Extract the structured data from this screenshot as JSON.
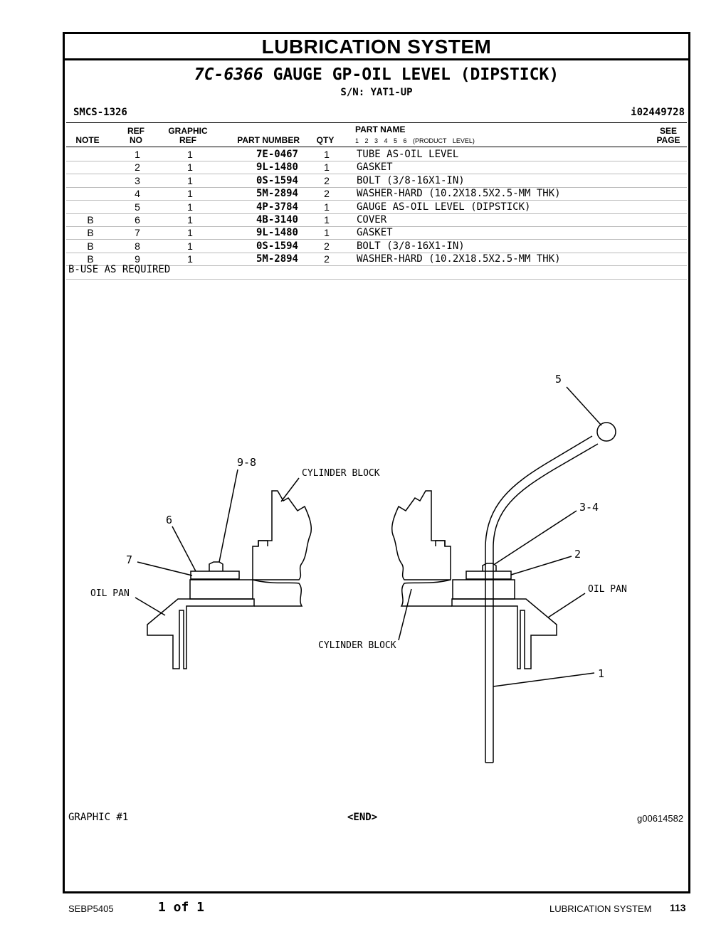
{
  "header": {
    "title": "LUBRICATION SYSTEM",
    "part_number": "7C-6366",
    "part_title": "GAUGE GP-OIL LEVEL (DIPSTICK)",
    "serial": "S/N: YAT1-UP",
    "smcs": "SMCS-1326",
    "doc_id": "i02449728"
  },
  "columns": {
    "note": "NOTE",
    "ref_top": "REF",
    "ref_bottom": "NO",
    "graphic_top": "GRAPHIC",
    "graphic_bottom": "REF",
    "part_number": "PART NUMBER",
    "qty": "QTY",
    "part_name": "PART NAME",
    "product_level": "1 2 3 4 5 6 (PRODUCT LEVEL)",
    "see_top": "SEE",
    "see_bottom": "PAGE"
  },
  "parts": [
    {
      "note": "",
      "ref": "1",
      "gref": "1",
      "pn": "7E-0467",
      "qty": "1",
      "name": "TUBE AS-OIL LEVEL"
    },
    {
      "note": "",
      "ref": "2",
      "gref": "1",
      "pn": "9L-1480",
      "qty": "1",
      "name": "GASKET"
    },
    {
      "note": "",
      "ref": "3",
      "gref": "1",
      "pn": "0S-1594",
      "qty": "2",
      "name": "BOLT (3/8-16X1-IN)"
    },
    {
      "note": "",
      "ref": "4",
      "gref": "1",
      "pn": "5M-2894",
      "qty": "2",
      "name": "WASHER-HARD (10.2X18.5X2.5-MM THK)"
    },
    {
      "note": "",
      "ref": "5",
      "gref": "1",
      "pn": "4P-3784",
      "qty": "1",
      "name": "GAUGE AS-OIL LEVEL (DIPSTICK)"
    },
    {
      "note": "B",
      "ref": "6",
      "gref": "1",
      "pn": "4B-3140",
      "qty": "1",
      "name": "COVER"
    },
    {
      "note": "B",
      "ref": "7",
      "gref": "1",
      "pn": "9L-1480",
      "qty": "1",
      "name": "GASKET"
    },
    {
      "note": "B",
      "ref": "8",
      "gref": "1",
      "pn": "0S-1594",
      "qty": "2",
      "name": "BOLT (3/8-16X1-IN)"
    },
    {
      "note": "B",
      "ref": "9",
      "gref": "1",
      "pn": "5M-2894",
      "qty": "2",
      "name": "WASHER-HARD (10.2X18.5X2.5-MM THK)"
    }
  ],
  "footnote": "B-USE AS REQUIRED",
  "graphic": {
    "labels": {
      "l5": "5",
      "l98": "9-8",
      "cyl_top": "CYLINDER BLOCK",
      "l6": "6",
      "l34": "3-4",
      "l7": "7",
      "l2": "2",
      "oilpan_left": "OIL PAN",
      "oilpan_right": "OIL PAN",
      "cyl_bottom": "CYLINDER BLOCK",
      "l1": "1"
    },
    "caption": "GRAPHIC #1",
    "end": "<END>",
    "image_id": "g00614582"
  },
  "footer": {
    "doc": "SEBP5405",
    "pages": "1 of 1",
    "section": "LUBRICATION SYSTEM",
    "page_number": "113"
  }
}
